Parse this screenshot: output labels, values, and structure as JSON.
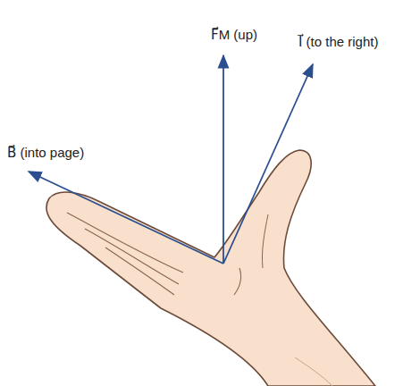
{
  "diagram": {
    "labels": [
      "F⃗M (up)",
      "I⃗ (to the right)",
      "B⃗ (into page)"
    ]
  }
}
